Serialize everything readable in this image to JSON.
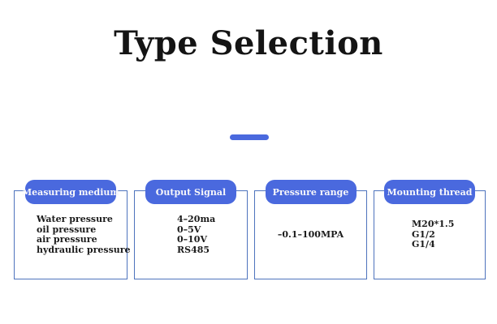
{
  "title": "Type Selection",
  "colors": {
    "accent_blue": "#4a69de",
    "card_border_blue": "#4e73bd",
    "header_text": "#f7f7fa",
    "body_text": "#1b1b1b",
    "background": "#ffffff"
  },
  "columns": [
    {
      "header": "Measuring medium",
      "lines": [
        "Water pressure",
        "oil pressure",
        "air pressure",
        "hydraulic pressure"
      ]
    },
    {
      "header": "Output Signal",
      "lines": [
        "4–20ma",
        "0–5V",
        "0–10V",
        "RS485"
      ]
    },
    {
      "header": "Pressure range",
      "lines": [
        "–0.1–100MPA"
      ]
    },
    {
      "header": "Mounting thread",
      "lines": [
        "M20*1.5",
        "G1/2",
        "G1/4"
      ]
    }
  ]
}
